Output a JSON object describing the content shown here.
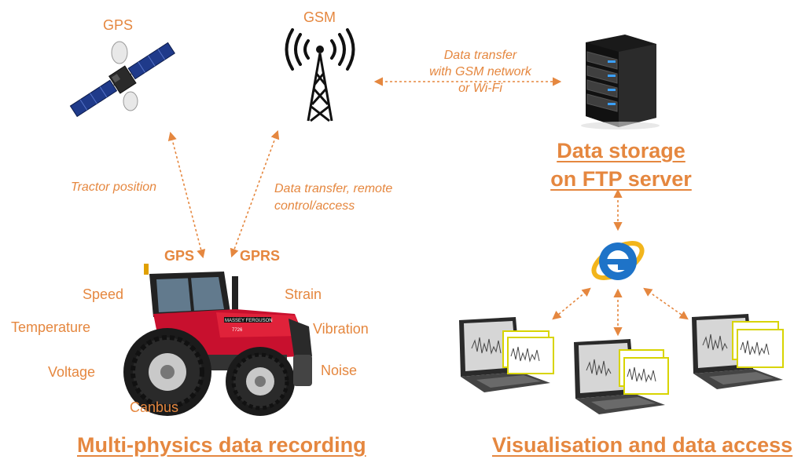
{
  "labels": {
    "gps_top": "GPS",
    "gsm": "GSM",
    "link_gsm_server": [
      "Data transfer",
      "with GSM network",
      "or Wi-Fi"
    ],
    "tractor_position": "Tractor position",
    "link_tractor_gsm": [
      "Data transfer, remote",
      "control/access"
    ],
    "data_storage": [
      "Data storage",
      "on FTP server"
    ],
    "tractor_gps": "GPS",
    "tractor_gprs": "GPRS",
    "sensors": {
      "speed": "Speed",
      "temperature": "Temperature",
      "voltage": "Voltage",
      "canbus": "Canbus",
      "strain": "Strain",
      "vibration": "Vibration",
      "noise": "Noise"
    },
    "multi_physics": "Multi-physics data recording",
    "visualisation": "Visualisation and data access"
  },
  "tractor_branding": [
    "MASSEY FERGUSON",
    "7726"
  ],
  "colors": {
    "accent": "#e5873f",
    "tractor_red": "#c8102e",
    "ie_blue": "#1e73c8",
    "ie_ring": "#f2b51c"
  }
}
